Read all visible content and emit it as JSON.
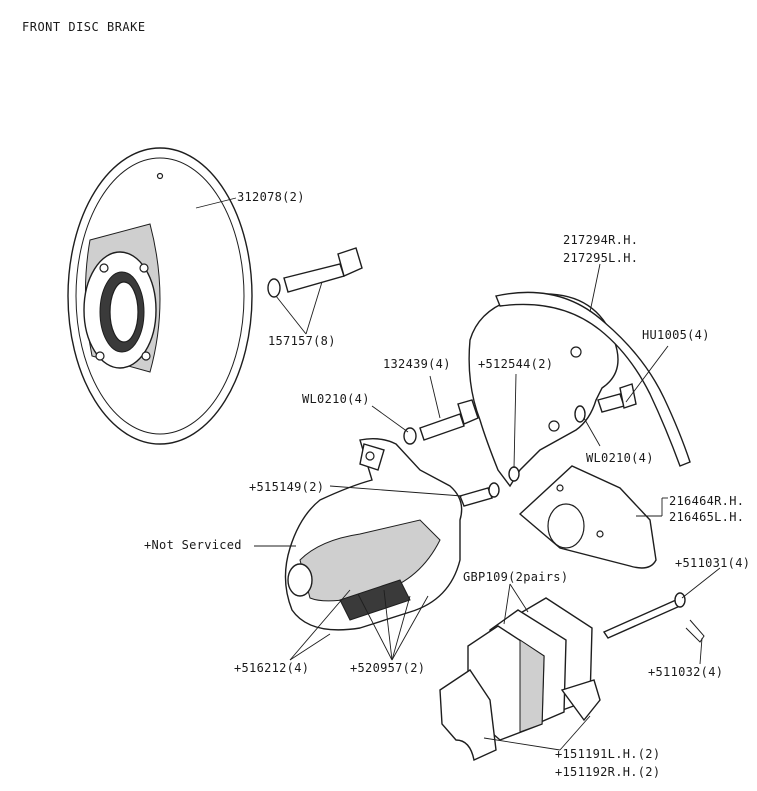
{
  "title": "FRONT DISC BRAKE",
  "labels": {
    "disc": "312078(2)",
    "disc_bolt": "157157(8)",
    "shield_rh": "217294R.H.",
    "shield_lh": "217295L.H.",
    "shield_bolt": "HU1005(4)",
    "shield_washer": "WL0210(4)",
    "caliper_bolt": "132439(4)",
    "caliper_washer": "WL0210(4)",
    "shield_plate": "+512544(2)",
    "bleed_screw": "+515149(2)",
    "not_serviced": "+Not Serviced",
    "bracket_rh": "216464R.H.",
    "bracket_lh": "216465L.H.",
    "pin": "+511031(4)",
    "clip": "+511032(4)",
    "pads": "GBP109(2pairs)",
    "seal": "+516212(4)",
    "piston": "+520957(2)",
    "shim_lh": "+151191L.H.(2)",
    "shim_rh": "+151192R.H.(2)"
  }
}
